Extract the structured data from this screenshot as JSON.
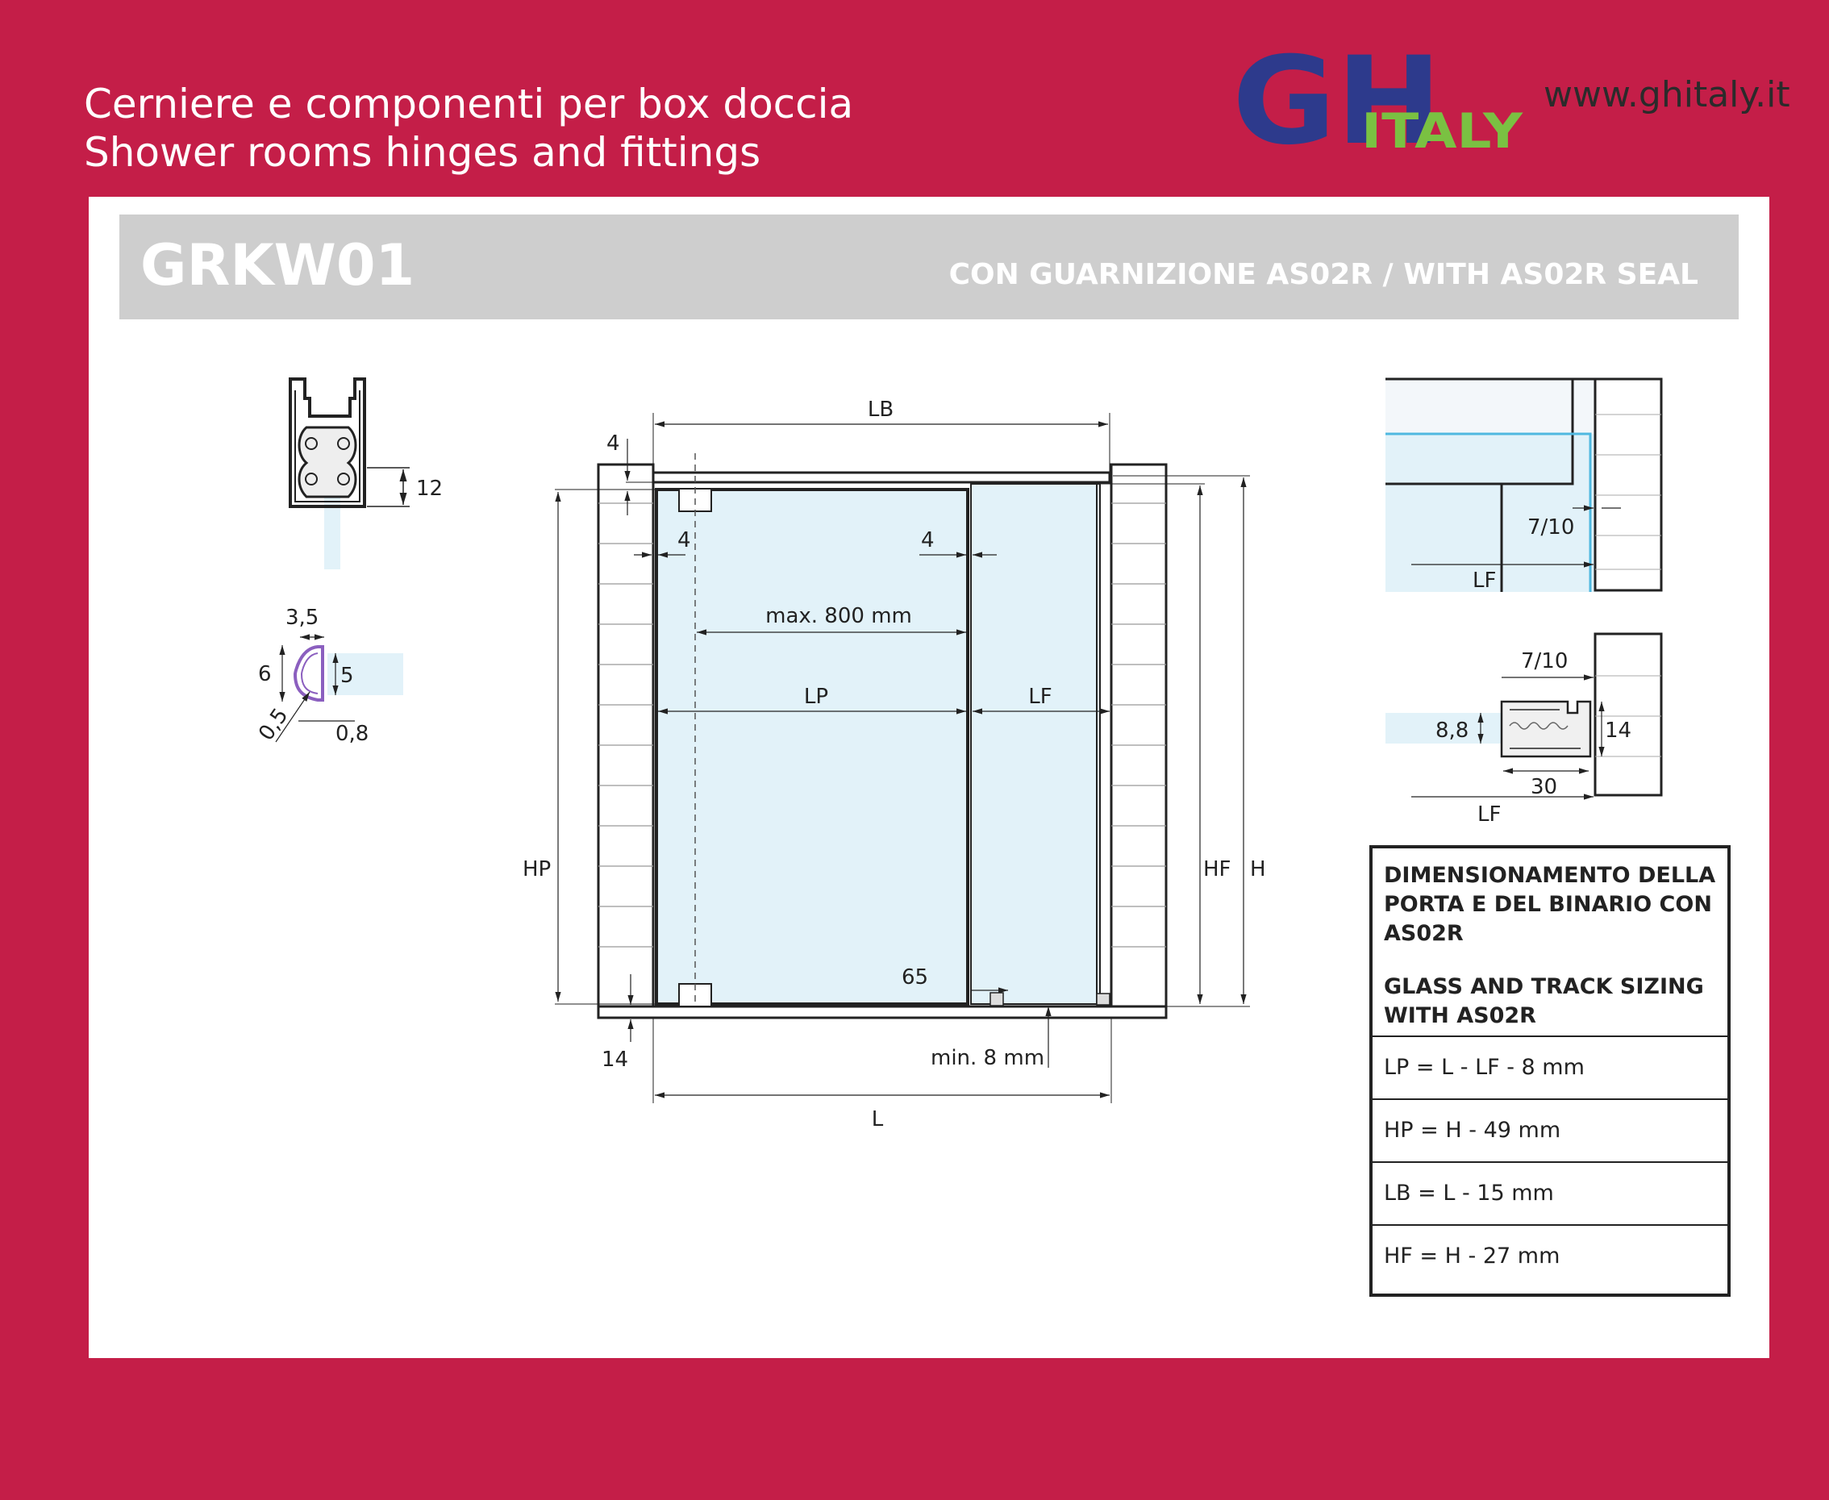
{
  "header": {
    "title_it": "Cerniere e componenti per box doccia",
    "title_en": "Shower rooms hinges and fittings",
    "website": "www.ghitaly.it"
  },
  "logo": {
    "main": "GH",
    "suffix": "ITALY",
    "colors": {
      "gh": "#2d3a8c",
      "italy": "#7ac142"
    }
  },
  "product": {
    "code": "GRKW01",
    "subtitle": "CON GUARNIZIONE AS02R / WITH AS02R SEAL"
  },
  "profile_dims": {
    "height": "12"
  },
  "seal_dims": {
    "width": "3,5",
    "height": "6",
    "inner_height": "5",
    "radius": "0,5",
    "thickness": "0,8"
  },
  "main_dims": {
    "lb": "LB",
    "gap_top": "4",
    "gap_left": "4",
    "gap_mid": "4",
    "max_width": "max. 800 mm",
    "lp": "LP",
    "lf": "LF",
    "hp": "HP",
    "hf": "HF",
    "h": "H",
    "d65": "65",
    "bottom": "14",
    "min": "min. 8 mm",
    "l": "L"
  },
  "detail_top": {
    "gap": "7/10",
    "lf": "LF"
  },
  "detail_section": {
    "gap": "7/10",
    "height_glass": "8,8",
    "height_track": "14",
    "depth": "30",
    "lf": "LF"
  },
  "sizing_table": {
    "heading_it": "DIMENSIONAMENTO DELLA PORTA E DEL BINARIO CON AS02R",
    "heading_en": "GLASS AND TRACK SIZING WITH AS02R",
    "rows": [
      "LP = L - LF - 8 mm",
      "HP = H - 49  mm",
      "LB = L - 15 mm",
      "HF = H - 27 mm"
    ]
  },
  "colors": {
    "background": "#c41e48",
    "glass": "#e2f2f9",
    "titlebar": "#cecece",
    "seal": "#8b5fbf"
  }
}
